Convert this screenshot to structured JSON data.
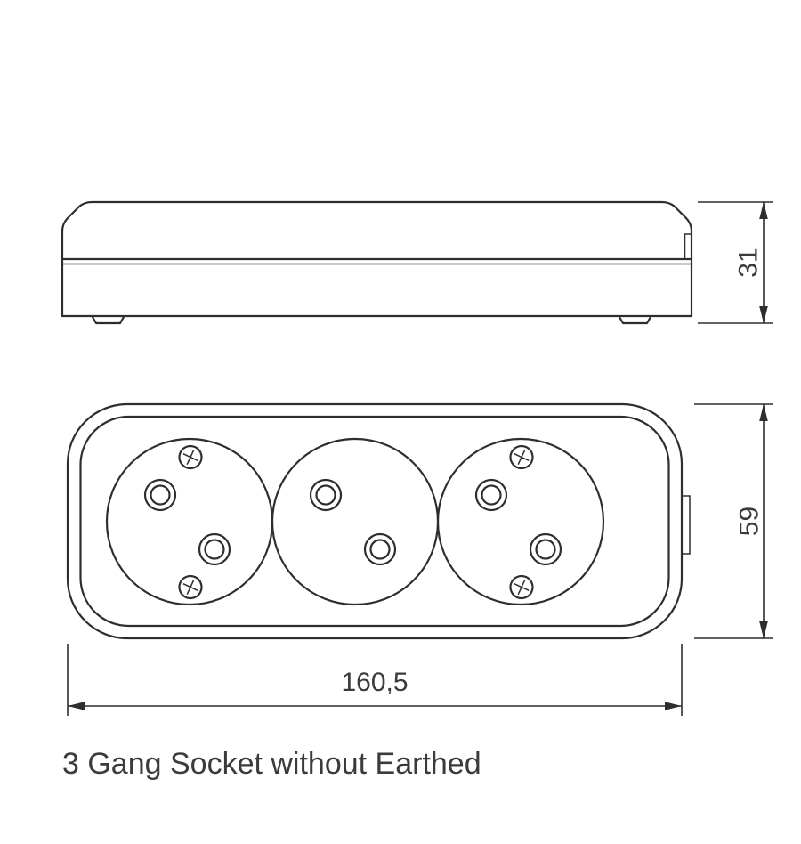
{
  "title_caption": "3 Gang Socket without Earthed",
  "dimensions": {
    "side_height_mm": "31",
    "front_height_mm": "59",
    "front_width_mm": "160,5"
  },
  "style": {
    "line_color": "#2e2e2e",
    "text_color": "#3b3b3b",
    "background": "#ffffff"
  }
}
